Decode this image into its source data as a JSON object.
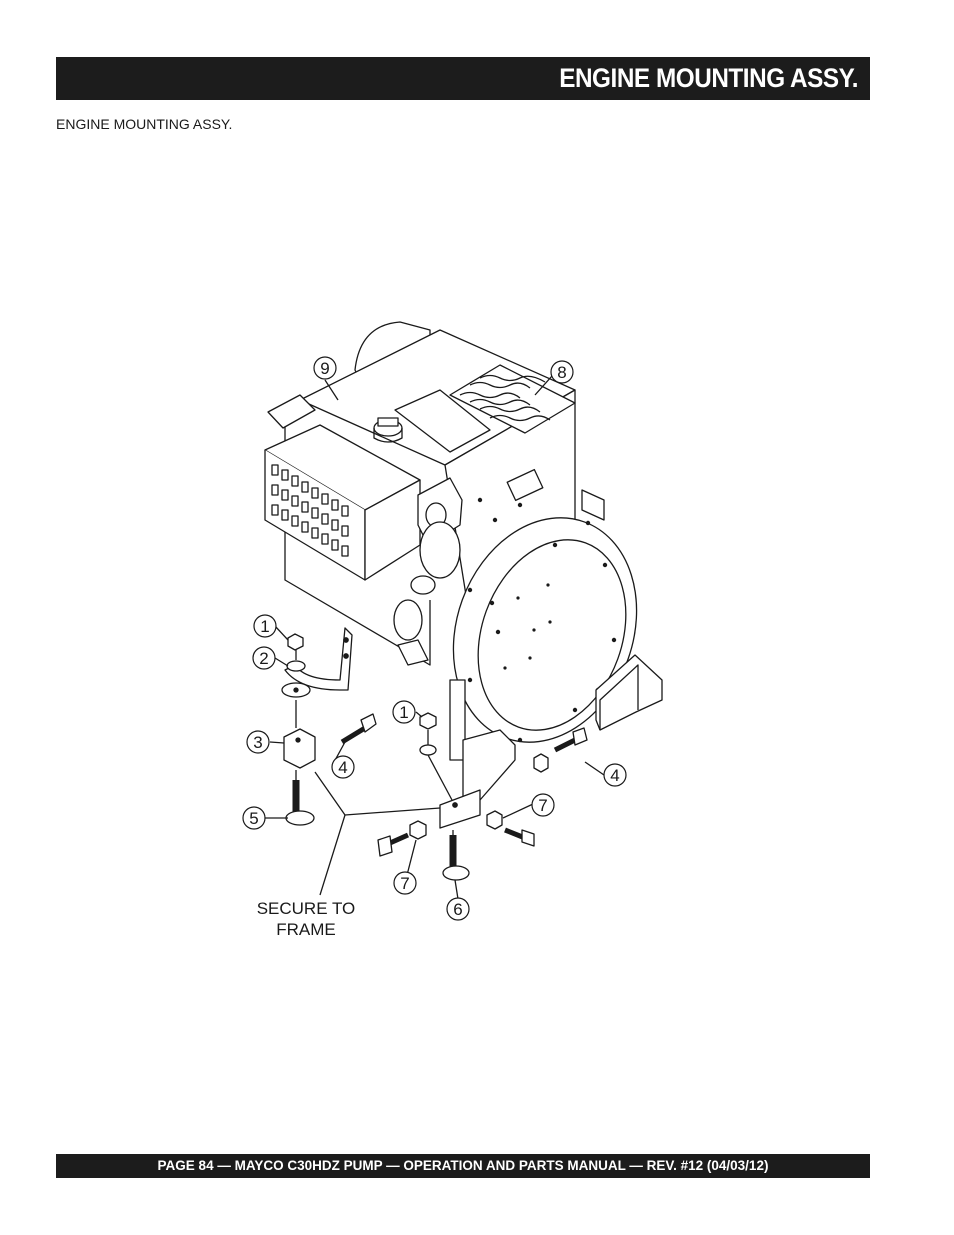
{
  "header": {
    "title": "ENGINE MOUNTING ASSY."
  },
  "subtitle": "ENGINE MOUNTING ASSY.",
  "diagram": {
    "callouts": {
      "c1a": "1",
      "c2": "2",
      "c3": "3",
      "c4a": "4",
      "c5": "5",
      "c1b": "1",
      "c4b": "4",
      "c7a": "7",
      "c7b": "7",
      "c6": "6",
      "c8": "8",
      "c9": "9"
    },
    "note_line1": "SECURE TO",
    "note_line2": "FRAME"
  },
  "footer": {
    "text": "PAGE 84 — MAYCO C30HDZ PUMP — OPERATION AND PARTS MANUAL — REV. #12 (04/03/12)"
  }
}
